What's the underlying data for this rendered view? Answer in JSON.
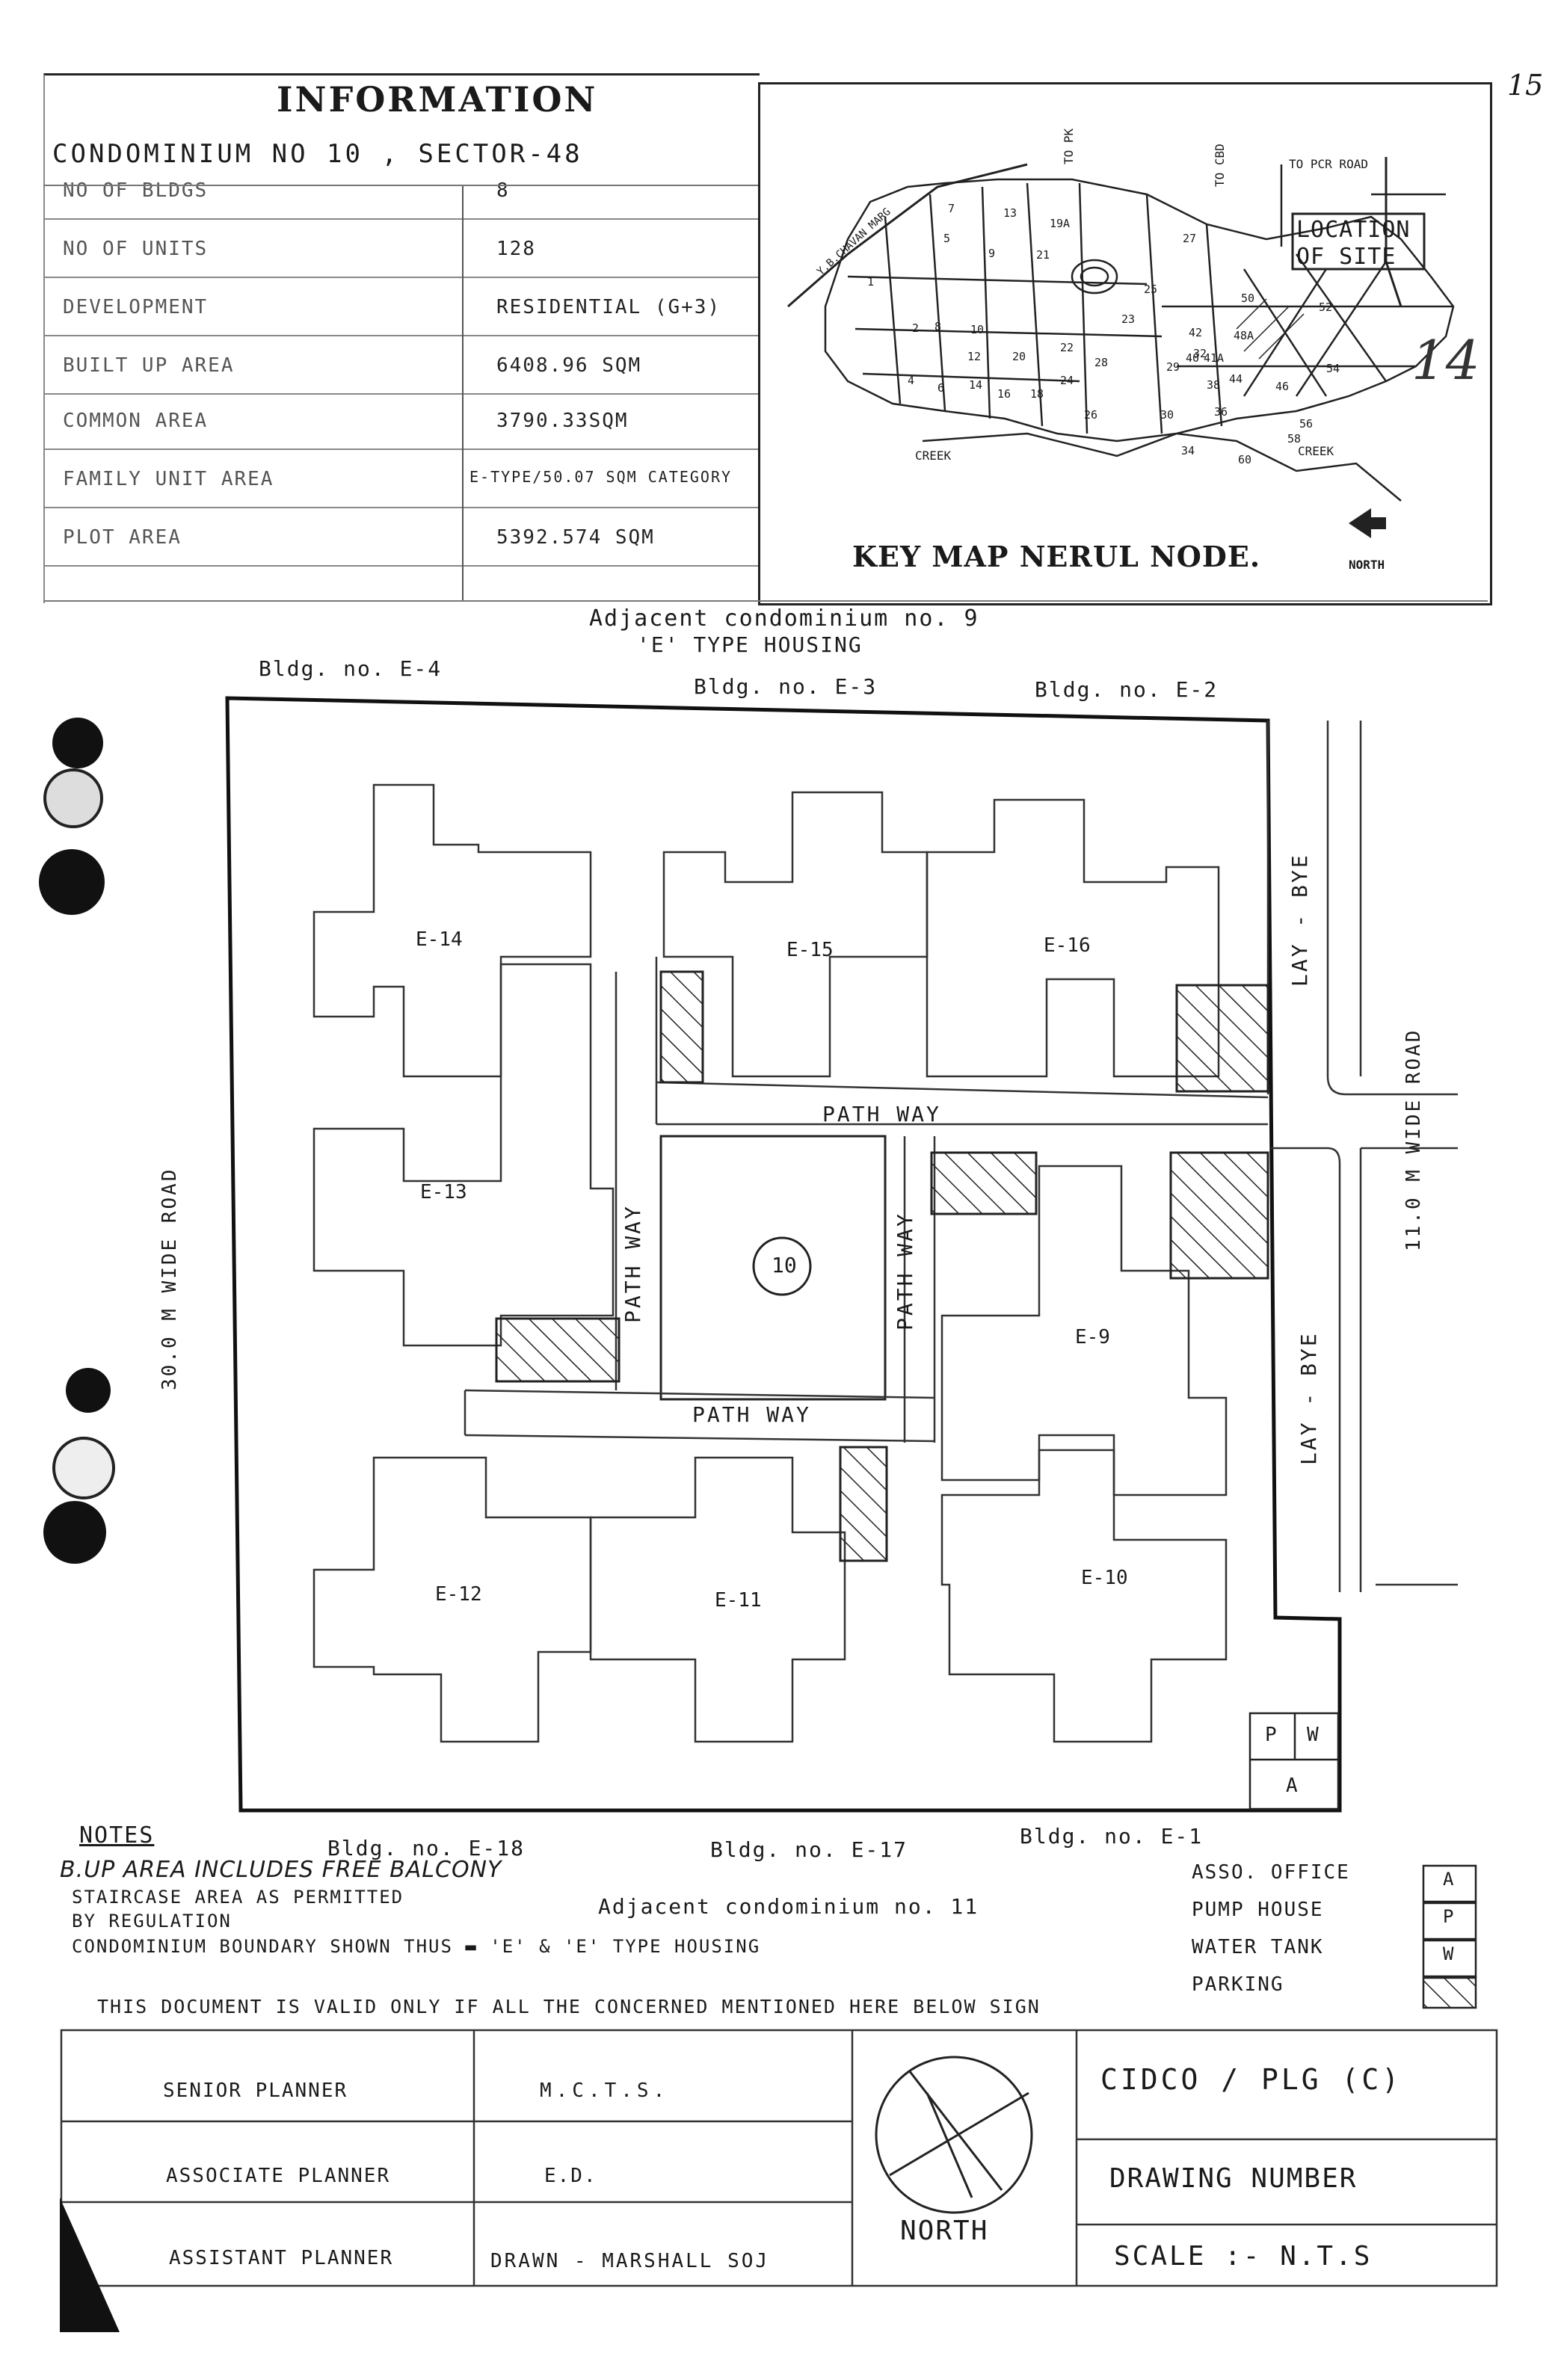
{
  "page_number": "15",
  "handwritten_margin": "14",
  "info": {
    "heading": "INFORMATION",
    "subtitle": "CONDOMINIUM NO 10 , SECTOR-48",
    "rows": [
      {
        "label": "NO OF BLDGS",
        "value": "8"
      },
      {
        "label": "NO OF UNITS",
        "value": "128"
      },
      {
        "label": "DEVELOPMENT",
        "value": "RESIDENTIAL (G+3)"
      },
      {
        "label": "BUILT UP AREA",
        "value": "6408.96 SQM"
      },
      {
        "label": "COMMON AREA",
        "value": "3790.33SQM"
      },
      {
        "label": "FAMILY UNIT AREA",
        "value": "E-TYPE/50.07 SQM CATEGORY"
      },
      {
        "label": "PLOT AREA",
        "value": "5392.574 SQM"
      }
    ]
  },
  "keymap": {
    "title": "KEY MAP NERUL NODE.",
    "north": "NORTH",
    "location": [
      "LOCATION",
      "OF SITE"
    ],
    "road_labels": [
      "TO PCR ROAD",
      "TO CBD",
      "TO PK",
      "Y.B.CHAVAN MARG"
    ],
    "creek_labels": [
      "CREEK",
      "CREEK"
    ],
    "sectors": [
      "1",
      "2",
      "4",
      "5",
      "6",
      "7",
      "8",
      "9",
      "10",
      "12",
      "13",
      "14",
      "16",
      "18",
      "19A",
      "20",
      "21",
      "22",
      "23",
      "24",
      "25",
      "26",
      "27",
      "28",
      "29",
      "30",
      "32",
      "34",
      "36",
      "38",
      "40",
      "41A",
      "42",
      "44",
      "46",
      "48A",
      "50",
      "52",
      "54",
      "56",
      "58",
      "60"
    ]
  },
  "site": {
    "adjacent_top": [
      "Adjacent condominium no. 9",
      "'E' TYPE HOUSING"
    ],
    "bldg_top": [
      "Bldg. no. E-4",
      "Bldg. no. E-3",
      "Bldg. no. E-2"
    ],
    "bldg_bottom": [
      "Bldg. no. E-18",
      "Bldg. no. E-17",
      "Bldg. no. E-1"
    ],
    "adjacent_bottom": "Adjacent condominium no. 11",
    "buildings": [
      "E-14",
      "E-15",
      "E-16",
      "E-13",
      "E-9",
      "E-12",
      "E-11",
      "E-10"
    ],
    "pathway": "PATH WAY",
    "lay_bye": "LAY - BYE",
    "road_left": "30.0 M WIDE ROAD",
    "road_right": "11.0 M WIDE ROAD",
    "condo_number": "10",
    "legend_box": [
      "P",
      "W",
      "A"
    ]
  },
  "notes": {
    "heading": "NOTES",
    "lines": [
      "B.UP AREA INCLUDES FREE BALCONY",
      "STAIRCASE AREA AS PERMITTED",
      "BY REGULATION",
      "CONDOMINIUM BOUNDARY SHOWN THUS ▬ 'E' & 'E' TYPE HOUSING"
    ]
  },
  "legend": [
    {
      "label": "ASSO. OFFICE",
      "code": "A"
    },
    {
      "label": "PUMP HOUSE",
      "code": "P"
    },
    {
      "label": "WATER TANK",
      "code": "W"
    },
    {
      "label": "PARKING",
      "code": ""
    }
  ],
  "validity": "THIS DOCUMENT IS VALID ONLY IF ALL THE CONCERNED MENTIONED HERE BELOW SIGN",
  "signoff": {
    "rows": [
      {
        "role": "SENIOR PLANNER",
        "detail": "M.C.T.S."
      },
      {
        "role": "ASSOCIATE PLANNER",
        "detail": "E.D."
      },
      {
        "role": "ASSISTANT PLANNER",
        "detail": "DRAWN - MARSHALL SOJ"
      }
    ],
    "north": "NORTH",
    "org": "CIDCO / PLG (C)",
    "drawing_number": "DRAWING NUMBER",
    "scale": "SCALE :- N.T.S"
  }
}
